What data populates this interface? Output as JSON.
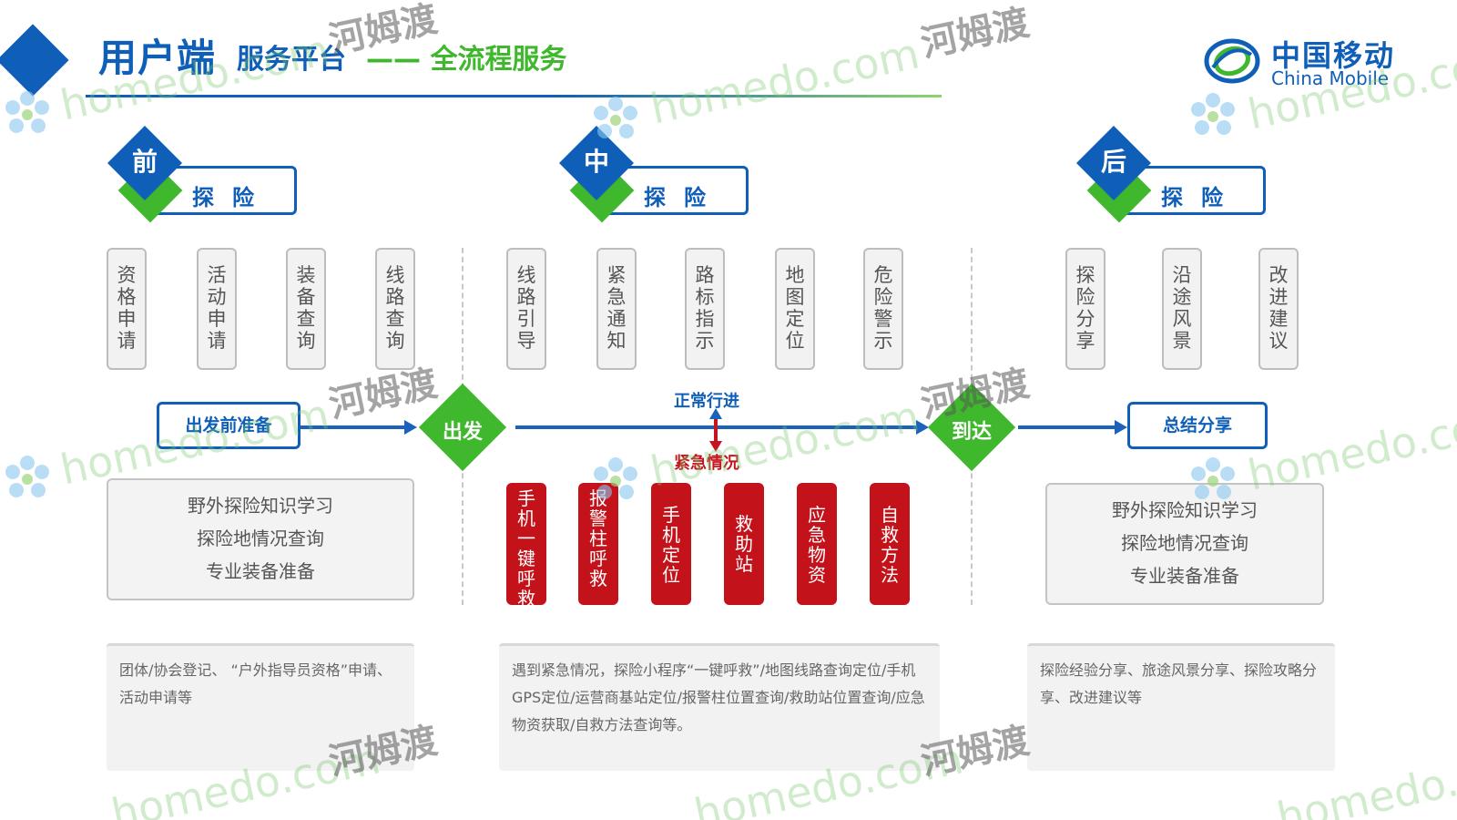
{
  "header": {
    "title_main": "用户端",
    "title_sub": "服务平台",
    "title_dash": "—— 全流程服务",
    "logo_cn": "中国移动",
    "logo_en": "China Mobile"
  },
  "watermark": {
    "cn": "河姆渡",
    "en": "homedo.com"
  },
  "phases": [
    {
      "badge": "前",
      "label": "探险"
    },
    {
      "badge": "中",
      "label": "探险"
    },
    {
      "badge": "后",
      "label": "探险"
    }
  ],
  "before_tags": [
    "资格申请",
    "活动申请",
    "装备查询",
    "线路查询"
  ],
  "during_tags": [
    "线路引导",
    "紧急通知",
    "路标指示",
    "地图定位",
    "危险警示"
  ],
  "after_tags": [
    "探险分享",
    "沿途风景",
    "改进建议"
  ],
  "flow": {
    "prep_label": "出发前准备",
    "depart_label": "出发",
    "normal_label": "正常行进",
    "emergency_label": "紧急情况",
    "arrive_label": "到达",
    "summary_label": "总结分享"
  },
  "before_box": [
    "野外探险知识学习",
    "探险地情况查询",
    "专业装备准备"
  ],
  "after_box": [
    "野外探险知识学习",
    "探险地情况查询",
    "专业装备准备"
  ],
  "emergency_tags": [
    "手机一键呼救",
    "报警柱呼救",
    "手机定位",
    "救助站",
    "应急物资",
    "自救方法"
  ],
  "descriptions": {
    "before": "团体/协会登记、 “户外指导员资格”申请、活动申请等",
    "during": "遇到紧急情况，探险小程序“一键呼救”/地图线路查询定位/手机GPS定位/运营商基站定位/报警柱位置查询/救助站位置查询/应急物资获取/自救方法查询等。",
    "after": "探险经验分享、旅途风景分享、探险攻略分享、改进建议等"
  },
  "colors": {
    "brand_blue": "#0f5fb8",
    "brand_green": "#3fb82d",
    "emergency_red": "#c4121a"
  }
}
